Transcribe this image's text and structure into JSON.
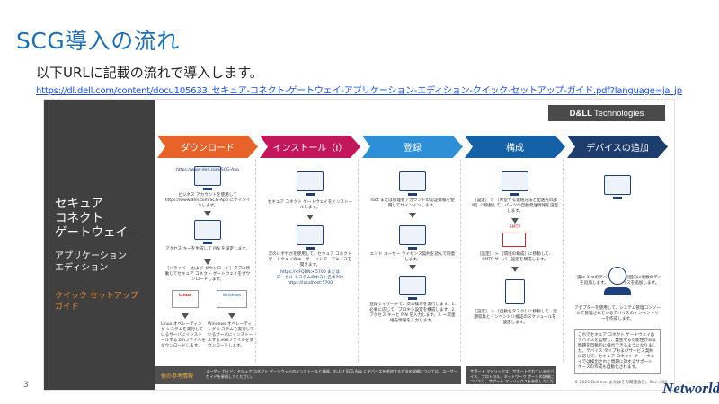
{
  "slide": {
    "title": "SCG導入の流れ",
    "subtitle": "以下URLに記載の流れで導入します。",
    "link": "https://dl.dell.com/content/docu105633_セキュア-コネクト-ゲートウェイ-アプリケーション-エディション-クイック-セットアップ-ガイド.pdf?language=ja_jp",
    "page_number": "3",
    "logo_text": "Networld"
  },
  "figure": {
    "brand_bold": "D&LL",
    "brand_text": "Technologies",
    "left_panel": {
      "title_lines": [
        "セキュア",
        "コネクト",
        "ゲートウェイ―"
      ],
      "sub_lines": [
        "アプリケーション",
        "エディション"
      ],
      "guide_lines": [
        "クイック セットアップ",
        "ガイド"
      ]
    },
    "stages": [
      {
        "label": "ダウンロード",
        "color": "#e8632a"
      },
      {
        "label": "インストール（I）",
        "color": "#c2185b"
      },
      {
        "label": "登録",
        "color": "#2f8fd6"
      },
      {
        "label": "構成",
        "color": "#1561a8"
      },
      {
        "label": "デバイスの追加",
        "color": "#1c3d6e"
      }
    ],
    "download": {
      "url": "https://www.dell.com/SCG-App",
      "step1": "ビジネス アカウントを使用して https://www.dell.com/SCG-App にサインインします。",
      "step2": "アクセス キーを生成して PIN を設定します。",
      "step3": "［ドライバー および ダウンロード］タブに移動してセキュア コネクト ゲートウェイをダウンロードします。",
      "os_linux": "Linux",
      "os_windows": "Windows",
      "linux_note": "Linux オペレーティング システムを実行しているサーバにインストールする.binファイルをダウンロードします。",
      "windows_note": "Windows オペレーティング システムを実行しているサーバにインストールする.exeファイルをダウンロードします。"
    },
    "install": {
      "step1": "セキュア コネクト ゲートウェイをインストールします。",
      "step2": "次のいずれかを使用して、セキュア コネクト ゲートウェイのユーザー インターフェイスを開きます。",
      "url1": "https://<FQDN>:5700 または",
      "url2": "ローカル システムのホスト名:5700",
      "url3": "https://localhost:5700"
    },
    "register": {
      "step1": "root または管理者アカウントの認証情報を使用してサインインします。",
      "step2": "エンド ユーザー ライセンス契約を読んで同意します。",
      "step3": "登録ウィザードで、次の操作を実行します。1. 必要に応じて、プロキシ設定を構成します。2. アクセス キーと PIN を入力します。3. 一次連絡先情報を入力します。"
    },
    "configure": {
      "step1": "［設定］ > ［希望する連絡方法と配送先の詳細］に移動して、パーツの自動発送情報を設定します。",
      "smtp": "SMTP",
      "step2": "［設定］ > ［環境の構成］に移動して、SMTP サーバー設定を構成します。",
      "step3": "［設定］ > ［自動化タスク］に移動して、定期収集とインベントリ検証のスケジュールを設定します。"
    },
    "devices": {
      "step_a": "一度に 1 つのデバイスを追加します。",
      "step_b": "IP 範囲内に複数のデバイスを追加します。",
      "step_c": "アダプターを使用して、システム管理コンソールで管理されているデバイスのインベントリーを作成します。",
      "note": "これでセキュア コネクト ゲートウェイはデバイスを監視し、発生する可能性がある問題を自動的に検出できるようになりました。デバイス タイプおよびサービス契約に応じて、セキュア コネクト ゲートウェイでは検出された問題に対するサポート ケースの作成も自動化されます。"
    },
    "footer": {
      "label": "他の参考情報",
      "text1": "ユーザー ガイド：セキュア コネクト ゲートウェイのインストールと構成、および SCG App にデバイスを追加する方法の詳細については、ユーザー ガイドを参照してください。",
      "text2": "サポート マトリックス：サポートされているデバイス、プロトコル、ネットワーク ポートの詳細については、サポート マトリックスを参照してください。",
      "copyright": "© 2021 Dell Inc. またはその関連会社。Rev. A00"
    }
  }
}
